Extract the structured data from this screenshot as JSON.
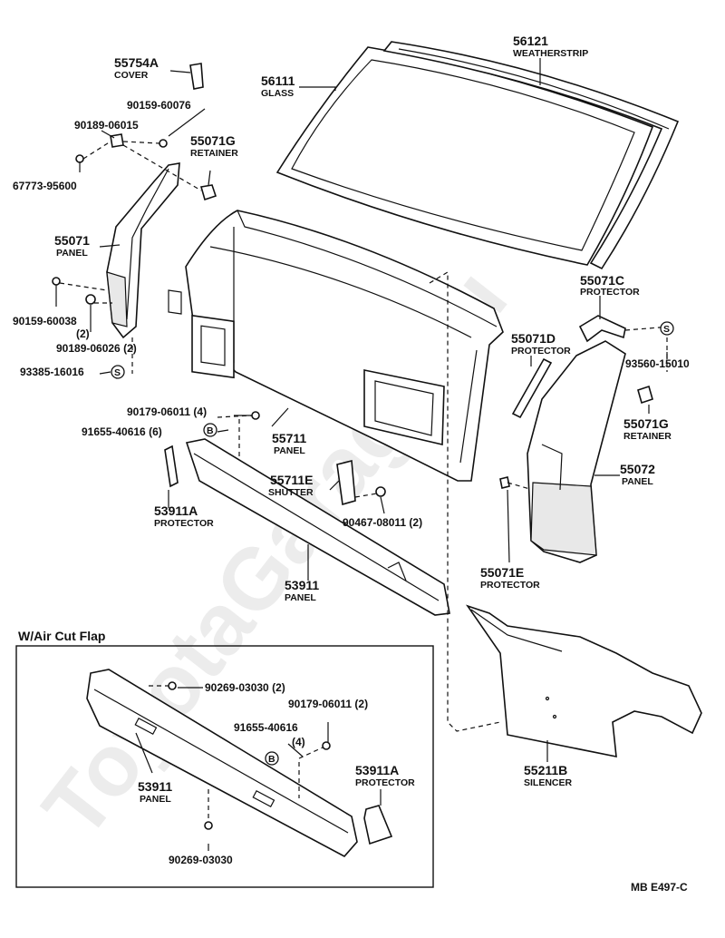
{
  "watermark": "ToyotaGarage.ru",
  "diagram_code": "MB  E497-C",
  "inset_title": "W/Air Cut Flap",
  "symbols": {
    "s": "S",
    "b": "B"
  },
  "labels": {
    "p56121": {
      "num": "56121",
      "name": "WEATHERSTRIP"
    },
    "p56111": {
      "num": "56111",
      "name": "GLASS"
    },
    "p55754A": {
      "num": "55754A",
      "name": "COVER"
    },
    "p90159_60076": {
      "num": "90159-60076"
    },
    "p90189_06015": {
      "num": "90189-06015"
    },
    "p67773_95600": {
      "num": "67773-95600"
    },
    "p55071G_top": {
      "num": "55071G",
      "name": "RETAINER"
    },
    "p55071": {
      "num": "55071",
      "name": "PANEL"
    },
    "p90159_60038": {
      "num": "90159-60038",
      "qty": "(2)"
    },
    "p90189_06026": {
      "num": "90189-06026 (2)"
    },
    "p93385_16016": {
      "num": "93385-16016"
    },
    "p90179_06011": {
      "num": "90179-06011 (4)"
    },
    "p91655_40616": {
      "num": "91655-40616 (6)"
    },
    "p55711": {
      "num": "55711",
      "name": "PANEL"
    },
    "p55711E": {
      "num": "55711E",
      "name": "SHUTTER"
    },
    "p90467_08011": {
      "num": "90467-08011 (2)"
    },
    "p53911A": {
      "num": "53911A",
      "name": "PROTECTOR"
    },
    "p53911": {
      "num": "53911",
      "name": "PANEL"
    },
    "p55071C": {
      "num": "55071C",
      "name": "PROTECTOR"
    },
    "p55071D": {
      "num": "55071D",
      "name": "PROTECTOR"
    },
    "p93560_15010": {
      "num": "93560-15010"
    },
    "p55071G_right": {
      "num": "55071G",
      "name": "RETAINER"
    },
    "p55072": {
      "num": "55072",
      "name": "PANEL"
    },
    "p55071E": {
      "num": "55071E",
      "name": "PROTECTOR"
    },
    "p55211B": {
      "num": "55211B",
      "name": "SILENCER"
    },
    "i90269_a": {
      "num": "90269-03030 (2)"
    },
    "i90179": {
      "num": "90179-06011 (2)"
    },
    "i91655": {
      "num": "91655-40616",
      "qty": "(4)"
    },
    "i53911A": {
      "num": "53911A",
      "name": "PROTECTOR"
    },
    "i53911": {
      "num": "53911",
      "name": "PANEL"
    },
    "i90269_b": {
      "num": "90269-03030"
    }
  }
}
